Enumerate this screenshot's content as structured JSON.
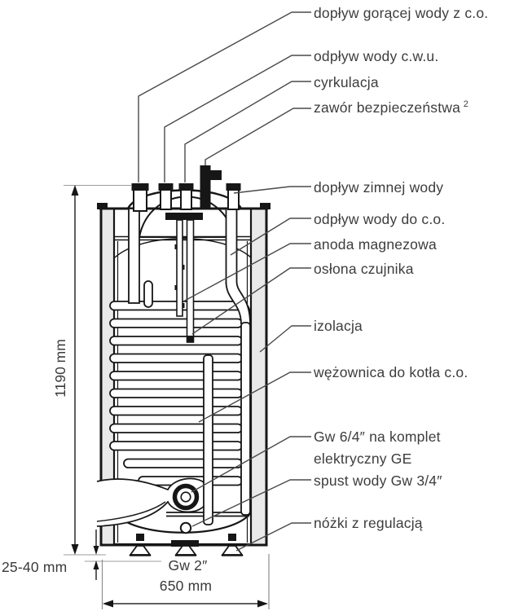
{
  "diagram": {
    "type": "technical-cutaway",
    "subject": "hot water storage tank with heating coil",
    "labels": [
      {
        "id": "hot-water-inlet-co",
        "text": "dopływ gorącej wody z c.o."
      },
      {
        "id": "dhw-outlet",
        "text": "odpływ wody c.w.u."
      },
      {
        "id": "circulation",
        "text": "cyrkulacja"
      },
      {
        "id": "safety-valve",
        "text": "zawór bezpieczeństwa",
        "footnote": "2"
      },
      {
        "id": "cold-water-inlet",
        "text": "dopływ zimnej wody"
      },
      {
        "id": "water-outlet-co",
        "text": "odpływ wody do c.o."
      },
      {
        "id": "magnesium-anode",
        "text": "anoda magnezowa"
      },
      {
        "id": "sensor-sleeve",
        "text": "osłona czujnika"
      },
      {
        "id": "insulation",
        "text": "izolacja"
      },
      {
        "id": "heating-coil",
        "text": "wężownica do kotła c.o."
      },
      {
        "id": "ge-heater-socket",
        "text": "Gw 6/4″ na komplet elektryczny GE"
      },
      {
        "id": "water-drain",
        "text": "spust wody Gw 3/4″"
      },
      {
        "id": "adjustable-feet",
        "text": "nóżki z regulacją"
      }
    ],
    "dimensions": {
      "height": "1190 mm",
      "feet_range": "25-40 mm",
      "width": "650 mm",
      "bottom_port": "Gw 2″"
    },
    "colors": {
      "line": "#161616",
      "insulation_fill": "#e9e9e9",
      "label_text": "#3d3d3d",
      "extension_line": "#9c9c9c"
    }
  }
}
